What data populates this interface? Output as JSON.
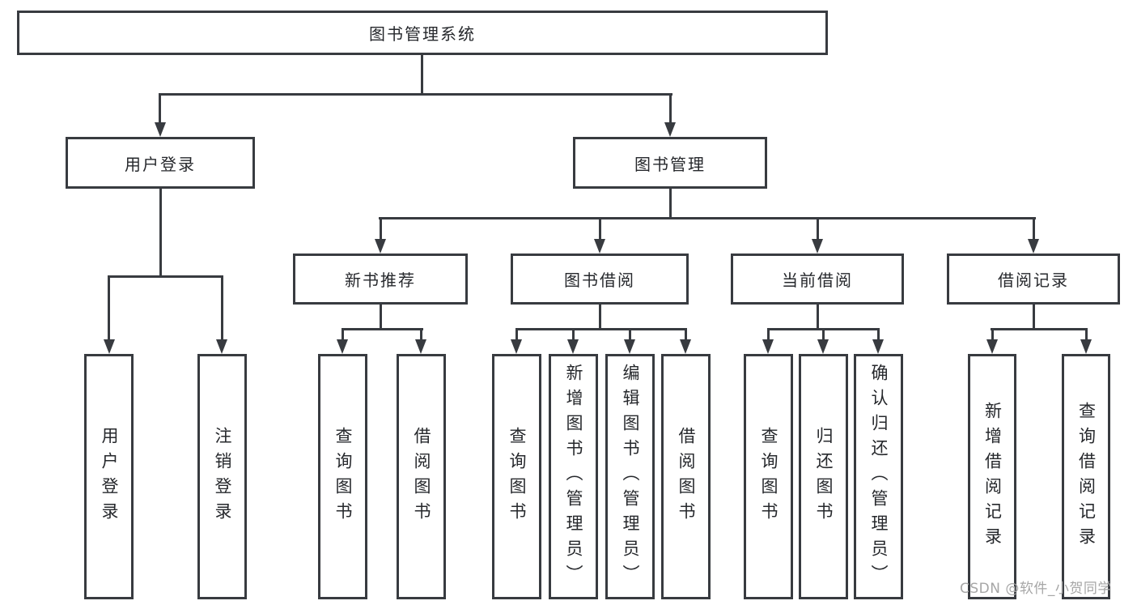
{
  "diagram_title": "图书管理系统",
  "nodes": {
    "root": "图书管理系统",
    "user_login": "用户登录",
    "book_mgmt": "图书管理",
    "new_book_rec": "新书推荐",
    "book_borrow": "图书借阅",
    "current_borrow": "当前借阅",
    "borrow_records": "借阅记录"
  },
  "leaves": [
    "用户登录",
    "注销登录",
    "查询图书",
    "借阅图书",
    "查询图书",
    "新增图书（管理员）",
    "编辑图书（管理员）",
    "借阅图书",
    "查询图书",
    "归还图书",
    "确认归还（管理员）",
    "新增借阅记录",
    "查询借阅记录"
  ],
  "watermark": "CSDN @软件_小贺同学",
  "colors": {
    "line": "#383b40",
    "text": "#26282c",
    "watermark": "#a6a6a6",
    "background": "#ffffff"
  }
}
